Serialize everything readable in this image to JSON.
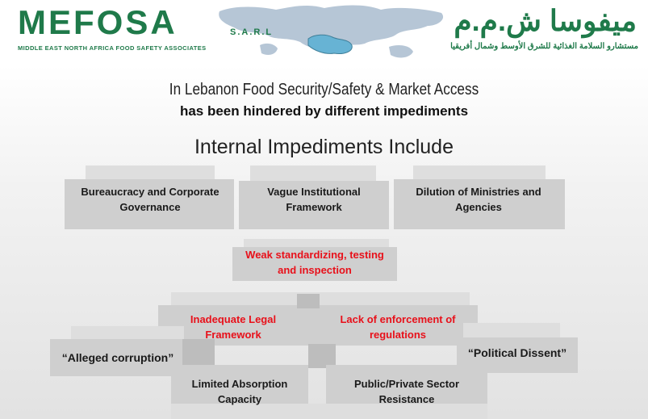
{
  "header": {
    "logo_name": "MEFOSA",
    "logo_suffix": "S.A.R.L",
    "logo_subtitle": "MIDDLE EAST NORTH AFRICA FOOD SAFETY ASSOCIATES",
    "logo_arabic": "ميفوسا ش.م.م",
    "logo_arabic_subtitle": "مستشارو السلامة الغذائية للشرق الأوسط وشمال أفريقيا"
  },
  "titles": {
    "line1": "In Lebanon Food Security/Safety & Market Access",
    "line2": "has been hindered by different impediments",
    "line3": "Internal Impediments Include"
  },
  "nodes": {
    "bureaucracy": "Bureaucracy and Corporate Governance",
    "vague": "Vague Institutional Framework",
    "dilution": "Dilution of Ministries and Agencies",
    "weak": "Weak standardizing, testing and inspection",
    "legal": "Inadequate Legal Framework",
    "enforcement": "Lack of enforcement of regulations",
    "corruption": "“Alleged corruption”",
    "dissent": "“Political Dissent”",
    "absorption": "Limited Absorption Capacity",
    "resistance": "Public/Private Sector Resistance"
  },
  "colors": {
    "brand_green": "#1f7a4a",
    "highlight_red": "#e8101a",
    "shape_grey": "#d3d3d3"
  }
}
